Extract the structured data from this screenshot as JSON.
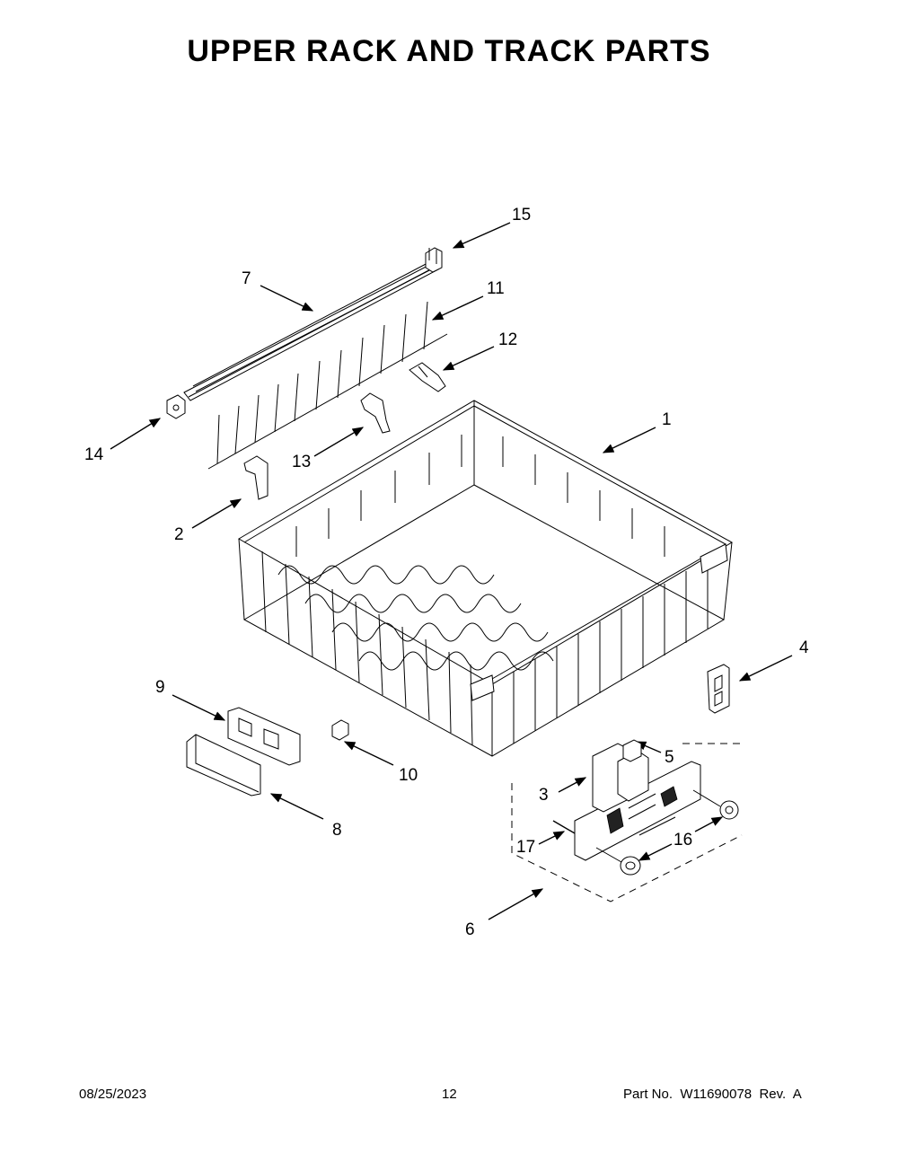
{
  "title": "UPPER RACK AND TRACK PARTS",
  "callouts": [
    {
      "id": "c15",
      "label": "15"
    },
    {
      "id": "c7",
      "label": "7"
    },
    {
      "id": "c11",
      "label": "11"
    },
    {
      "id": "c12",
      "label": "12"
    },
    {
      "id": "c1",
      "label": "1"
    },
    {
      "id": "c14",
      "label": "14"
    },
    {
      "id": "c13",
      "label": "13"
    },
    {
      "id": "c2",
      "label": "2"
    },
    {
      "id": "c4",
      "label": "4"
    },
    {
      "id": "c9",
      "label": "9"
    },
    {
      "id": "c5",
      "label": "5"
    },
    {
      "id": "c10",
      "label": "10"
    },
    {
      "id": "c3",
      "label": "3"
    },
    {
      "id": "c8",
      "label": "8"
    },
    {
      "id": "c17",
      "label": "17"
    },
    {
      "id": "c16",
      "label": "16"
    },
    {
      "id": "c6",
      "label": "6"
    }
  ],
  "footer": {
    "date": "08/25/2023",
    "page": "12",
    "part_no": "Part No.  W11690078  Rev.  A"
  }
}
